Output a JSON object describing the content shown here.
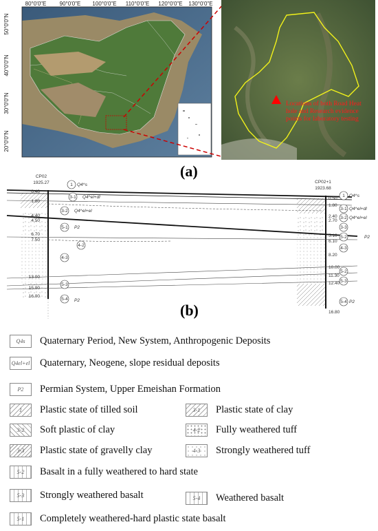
{
  "panel_a": {
    "label": "(a)",
    "lon_ticks": [
      "80°0'0\"E",
      "90°0'0\"E",
      "100°0'0\"E",
      "110°0'0\"E",
      "120°0'0\"E",
      "130°0'0\"E"
    ],
    "lat_ticks": [
      "50°0'0\"N",
      "40°0'0\"N",
      "30°0'0\"N",
      "20°0'0\"N"
    ],
    "location_text": "Locations of both Road Heat hole and Research evidence points for laboratory testing"
  },
  "panel_b": {
    "label": "(b)",
    "bh_left": {
      "name": "CP02",
      "elev": "1925.27",
      "depths": [
        "0.40",
        "1.80",
        "4.40",
        "4.50",
        "6.70",
        "7.50",
        "13.00",
        "15.00",
        "16.00"
      ],
      "layers": [
        "1",
        "3-1",
        "3-2",
        "5-1",
        "4-2",
        "4-3",
        "5-3",
        "5-4"
      ],
      "geo_labels": [
        "Q4^s",
        "Q4^el+dl",
        "Q4^el+el",
        "P2",
        "P2"
      ]
    },
    "bh_right": {
      "name": "CP02+1",
      "elev": "1923.68",
      "depths": [
        "0.50",
        "1.80",
        "2.40",
        "2.70",
        "5.10",
        "6.10",
        "8.20",
        "10.00",
        "11.30",
        "12.40",
        "16.80"
      ],
      "layers": [
        "1",
        "3-1",
        "3-2",
        "3-3",
        "5-2",
        "4-3",
        "5-2",
        "5-3",
        "5-4"
      ],
      "geo_labels": [
        "Q4^s",
        "Q4^el+dl",
        "Q4^el+el",
        "P2",
        "P2"
      ]
    }
  },
  "legend": {
    "symbols": [
      {
        "swatch": "Q4s",
        "text": "Quaternary Period, New System, Anthropogenic Deposits"
      },
      {
        "swatch": "Q4el+el",
        "text": "Quaternary, Neogene, slope residual deposits"
      },
      {
        "swatch": "P2",
        "text": "Permian System, Upper Emeishan Formation"
      }
    ],
    "pairs": [
      {
        "left_sw": "1",
        "left": "Plastic state of tilled soil",
        "right_sw": "3-1",
        "right": "Plastic state of clay"
      },
      {
        "left_sw": "3-2",
        "left": "Soft plastic of clay",
        "right_sw": "4-2",
        "right": "Fully weathered tuff"
      },
      {
        "left_sw": "3-3",
        "left": "Plastic state of gravelly clay",
        "right_sw": "4-3",
        "right": "Strongly weathered tuff"
      }
    ],
    "singles": [
      {
        "sw": "5-2",
        "text": "Basalt in a fully weathered to hard state"
      },
      {
        "sw": "5-3",
        "text": "Strongly weathered basalt",
        "right_sw": "5-4",
        "right": "Weathered basalt"
      },
      {
        "sw": "5-1",
        "text": "Completely weathered-hard plastic state basalt"
      }
    ]
  },
  "colors": {
    "marker": "#ff0000",
    "boundary": "#f2f21a",
    "dash": "#cc0000"
  }
}
